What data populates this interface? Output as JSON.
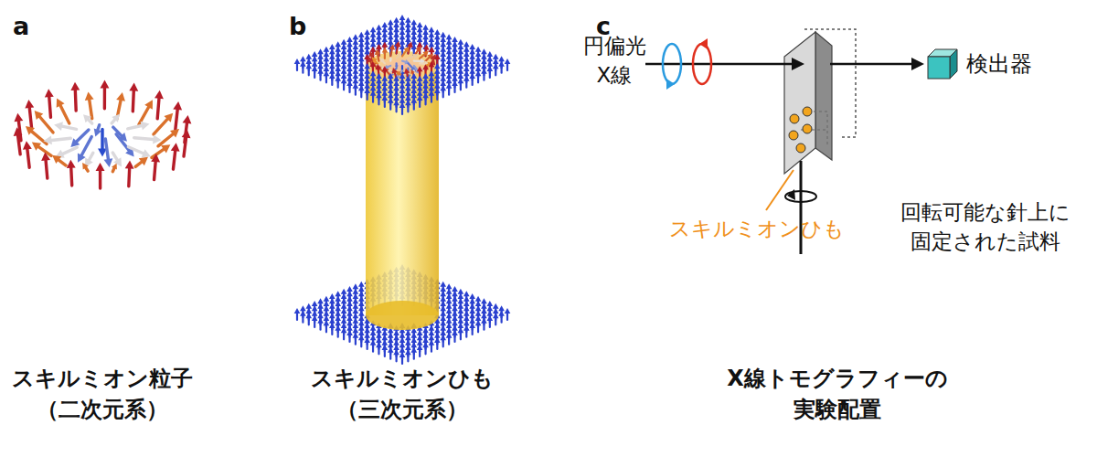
{
  "diagram": {
    "nodes": [
      {
        "text": [
          "検出器"
        ]
      }
    ],
    "labels": [
      "a",
      "b",
      "c",
      "円偏光 X線",
      "スキルミオンひも",
      "回転可能な針上に 固定された試料",
      "スキルミオン粒子 （二次元系）",
      "スキルミオンひも （三次元系）",
      "X線トモグラフィーの 実験配置"
    ]
  }
}
